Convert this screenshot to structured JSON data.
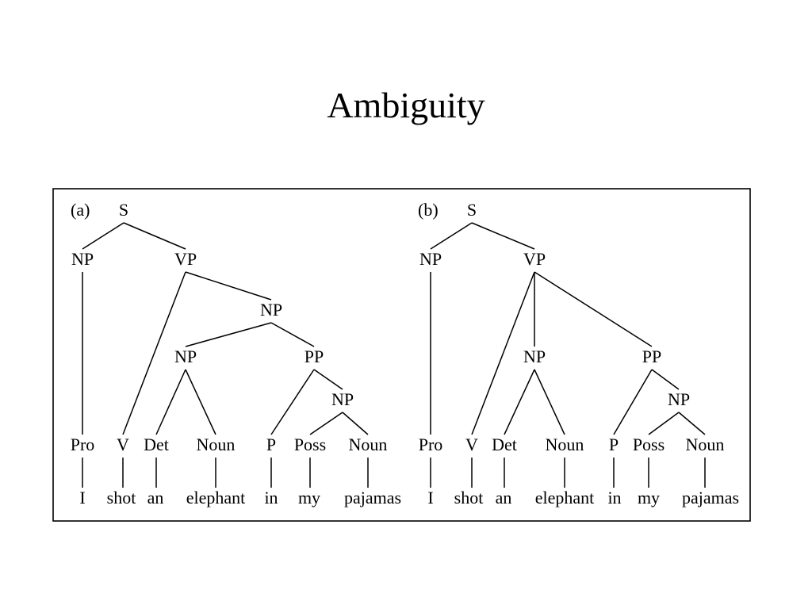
{
  "title": "Ambiguity",
  "trees": [
    {
      "id": "a",
      "panel_label": "(a)",
      "nodes": [
        {
          "id": "S",
          "label": "S"
        },
        {
          "id": "NP1",
          "label": "NP"
        },
        {
          "id": "VP",
          "label": "VP"
        },
        {
          "id": "NP2",
          "label": "NP"
        },
        {
          "id": "NP3",
          "label": "NP"
        },
        {
          "id": "PP",
          "label": "PP"
        },
        {
          "id": "NP4",
          "label": "NP"
        },
        {
          "id": "Pro",
          "label": "Pro"
        },
        {
          "id": "V",
          "label": "V"
        },
        {
          "id": "Det",
          "label": "Det"
        },
        {
          "id": "Noun1",
          "label": "Noun"
        },
        {
          "id": "P",
          "label": "P"
        },
        {
          "id": "Poss",
          "label": "Poss"
        },
        {
          "id": "Noun2",
          "label": "Noun"
        }
      ],
      "words": [
        {
          "id": "w1",
          "label": "I",
          "pos": "Pro"
        },
        {
          "id": "w2",
          "label": "shot",
          "pos": "V"
        },
        {
          "id": "w3",
          "label": "an",
          "pos": "Det"
        },
        {
          "id": "w4",
          "label": "elephant",
          "pos": "Noun1"
        },
        {
          "id": "w5",
          "label": "in",
          "pos": "P"
        },
        {
          "id": "w6",
          "label": "my",
          "pos": "Poss"
        },
        {
          "id": "w7",
          "label": "pajamas",
          "pos": "Noun2"
        }
      ],
      "edges": [
        [
          "S",
          "NP1"
        ],
        [
          "S",
          "VP"
        ],
        [
          "NP1",
          "Pro"
        ],
        [
          "VP",
          "V"
        ],
        [
          "VP",
          "NP2"
        ],
        [
          "NP2",
          "NP3"
        ],
        [
          "NP2",
          "PP"
        ],
        [
          "NP3",
          "Det"
        ],
        [
          "NP3",
          "Noun1"
        ],
        [
          "PP",
          "P"
        ],
        [
          "PP",
          "NP4"
        ],
        [
          "NP4",
          "Poss"
        ],
        [
          "NP4",
          "Noun2"
        ]
      ]
    },
    {
      "id": "b",
      "panel_label": "(b)",
      "nodes": [
        {
          "id": "S",
          "label": "S"
        },
        {
          "id": "NP1",
          "label": "NP"
        },
        {
          "id": "VP",
          "label": "VP"
        },
        {
          "id": "NP3",
          "label": "NP"
        },
        {
          "id": "PP",
          "label": "PP"
        },
        {
          "id": "NP4",
          "label": "NP"
        },
        {
          "id": "Pro",
          "label": "Pro"
        },
        {
          "id": "V",
          "label": "V"
        },
        {
          "id": "Det",
          "label": "Det"
        },
        {
          "id": "Noun1",
          "label": "Noun"
        },
        {
          "id": "P",
          "label": "P"
        },
        {
          "id": "Poss",
          "label": "Poss"
        },
        {
          "id": "Noun2",
          "label": "Noun"
        }
      ],
      "words": [
        {
          "id": "w1",
          "label": "I",
          "pos": "Pro"
        },
        {
          "id": "w2",
          "label": "shot",
          "pos": "V"
        },
        {
          "id": "w3",
          "label": "an",
          "pos": "Det"
        },
        {
          "id": "w4",
          "label": "elephant",
          "pos": "Noun1"
        },
        {
          "id": "w5",
          "label": "in",
          "pos": "P"
        },
        {
          "id": "w6",
          "label": "my",
          "pos": "Poss"
        },
        {
          "id": "w7",
          "label": "pajamas",
          "pos": "Noun2"
        }
      ],
      "edges": [
        [
          "S",
          "NP1"
        ],
        [
          "S",
          "VP"
        ],
        [
          "NP1",
          "Pro"
        ],
        [
          "VP",
          "V"
        ],
        [
          "VP",
          "NP3"
        ],
        [
          "VP",
          "PP"
        ],
        [
          "NP3",
          "Det"
        ],
        [
          "NP3",
          "Noun1"
        ],
        [
          "PP",
          "P"
        ],
        [
          "PP",
          "NP4"
        ],
        [
          "NP4",
          "Poss"
        ],
        [
          "NP4",
          "Noun2"
        ]
      ]
    }
  ]
}
